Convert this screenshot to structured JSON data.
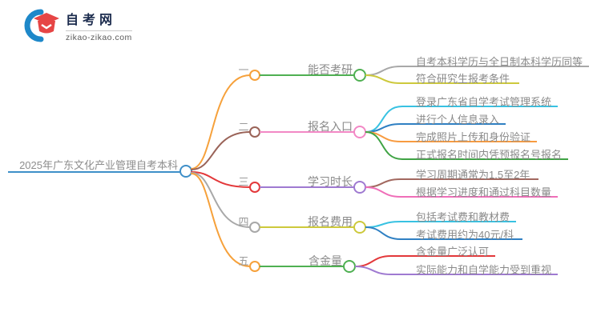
{
  "logo": {
    "title": "自考网",
    "domain": "zikao-zikao.com"
  },
  "root": {
    "label": "2025年广东文化产业管理自考本科"
  },
  "branches": [
    {
      "index": "一",
      "topic": "能否考研",
      "children": [
        "自考本科学历与全日制本科学历同等",
        "符合研究生报考条件"
      ]
    },
    {
      "index": "二",
      "topic": "报名入口",
      "children": [
        "登录广东省自学考试管理系统",
        "进行个人信息录入",
        "完成照片上传和身份验证",
        "正式报名时间内凭预报名号报名"
      ]
    },
    {
      "index": "三",
      "topic": "学习时长",
      "children": [
        "学习周期通常为1.5至2年",
        "根据学习进度和通过科目数量"
      ]
    },
    {
      "index": "四",
      "topic": "报名费用",
      "children": [
        "包括考试费和教材费",
        "考试费用约为40元/科"
      ]
    },
    {
      "index": "五",
      "topic": "含金量",
      "children": [
        "含金量广泛认可",
        "实际能力和自学能力受到重视"
      ]
    }
  ],
  "colors": {
    "root": "#3E8FC8",
    "branch_curves": [
      "#F6A13B",
      "#9A6358",
      "#E3383A",
      "#A8A8A8",
      "#F6A13B"
    ],
    "topics": [
      "#4FB052",
      "#F288C5",
      "#9F7AD1",
      "#CDC93C",
      "#4FB052"
    ],
    "leaves": [
      [
        "#A8A8A8",
        "#CDC93C"
      ],
      [
        "#38C2E2",
        "#2F80C3",
        "#F89B40",
        "#3FA344"
      ],
      [
        "#A2685F",
        "#EF6EB8"
      ],
      [
        "#38C2E2",
        "#2F80C3"
      ],
      [
        "#E3383A",
        "#9F7AD1"
      ]
    ],
    "logo_blue": "#1E88C9",
    "logo_red": "#E64545"
  }
}
